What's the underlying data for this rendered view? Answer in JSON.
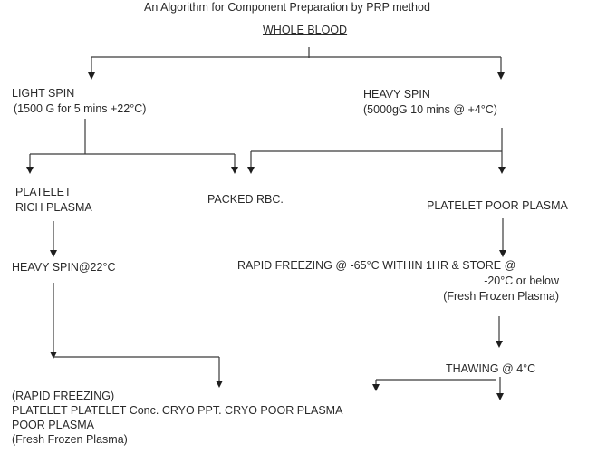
{
  "title": "An Algorithm for Component Preparation by PRP method",
  "nodes": {
    "whole_blood": "WHOLE BLOOD",
    "light_spin": {
      "line1": "LIGHT SPIN",
      "line2": "(1500 G for 5 mins +22°C)"
    },
    "heavy_spin": {
      "line1": "HEAVY SPIN",
      "line2": "(5000gG 10 mins @ +4°C)"
    },
    "prp": {
      "line1": "PLATELET",
      "line2": "RICH PLASMA"
    },
    "packed_rbc": "PACKED RBC.",
    "ppp": "PLATELET POOR PLASMA",
    "heavy_spin_22": "HEAVY SPIN@22°C",
    "rapid_freezing": {
      "line1": "RAPID FREEZING @ -65°C WITHIN 1HR & STORE @",
      "line2": "-20°C or below",
      "line3": "(Fresh Frozen Plasma)"
    },
    "thawing": "THAWING @ 4°C",
    "products": {
      "line1": "(RAPID FREEZING)",
      "line2": "PLATELET PLATELET Conc. CRYO PPT. CRYO POOR PLASMA",
      "line3": "POOR PLASMA",
      "line4": "(Fresh Frozen Plasma)"
    }
  },
  "edges": [
    {
      "from": "whole_blood",
      "to": "light_spin"
    },
    {
      "from": "whole_blood",
      "to": "heavy_spin"
    },
    {
      "from": "light_spin",
      "to": "prp"
    },
    {
      "from": "light_spin",
      "to": "packed_rbc"
    },
    {
      "from": "heavy_spin",
      "to": "packed_rbc"
    },
    {
      "from": "heavy_spin",
      "to": "ppp"
    },
    {
      "from": "prp",
      "to": "heavy_spin_22"
    },
    {
      "from": "heavy_spin_22",
      "to": "platelet_poor_plasma_ffp"
    },
    {
      "from": "heavy_spin_22",
      "to": "platelet_conc"
    },
    {
      "from": "ppp",
      "to": "rapid_freezing"
    },
    {
      "from": "rapid_freezing",
      "to": "thawing"
    },
    {
      "from": "thawing",
      "to": "cryo_poor_plasma"
    },
    {
      "from": "thawing",
      "to": "cryo_ppt"
    }
  ]
}
